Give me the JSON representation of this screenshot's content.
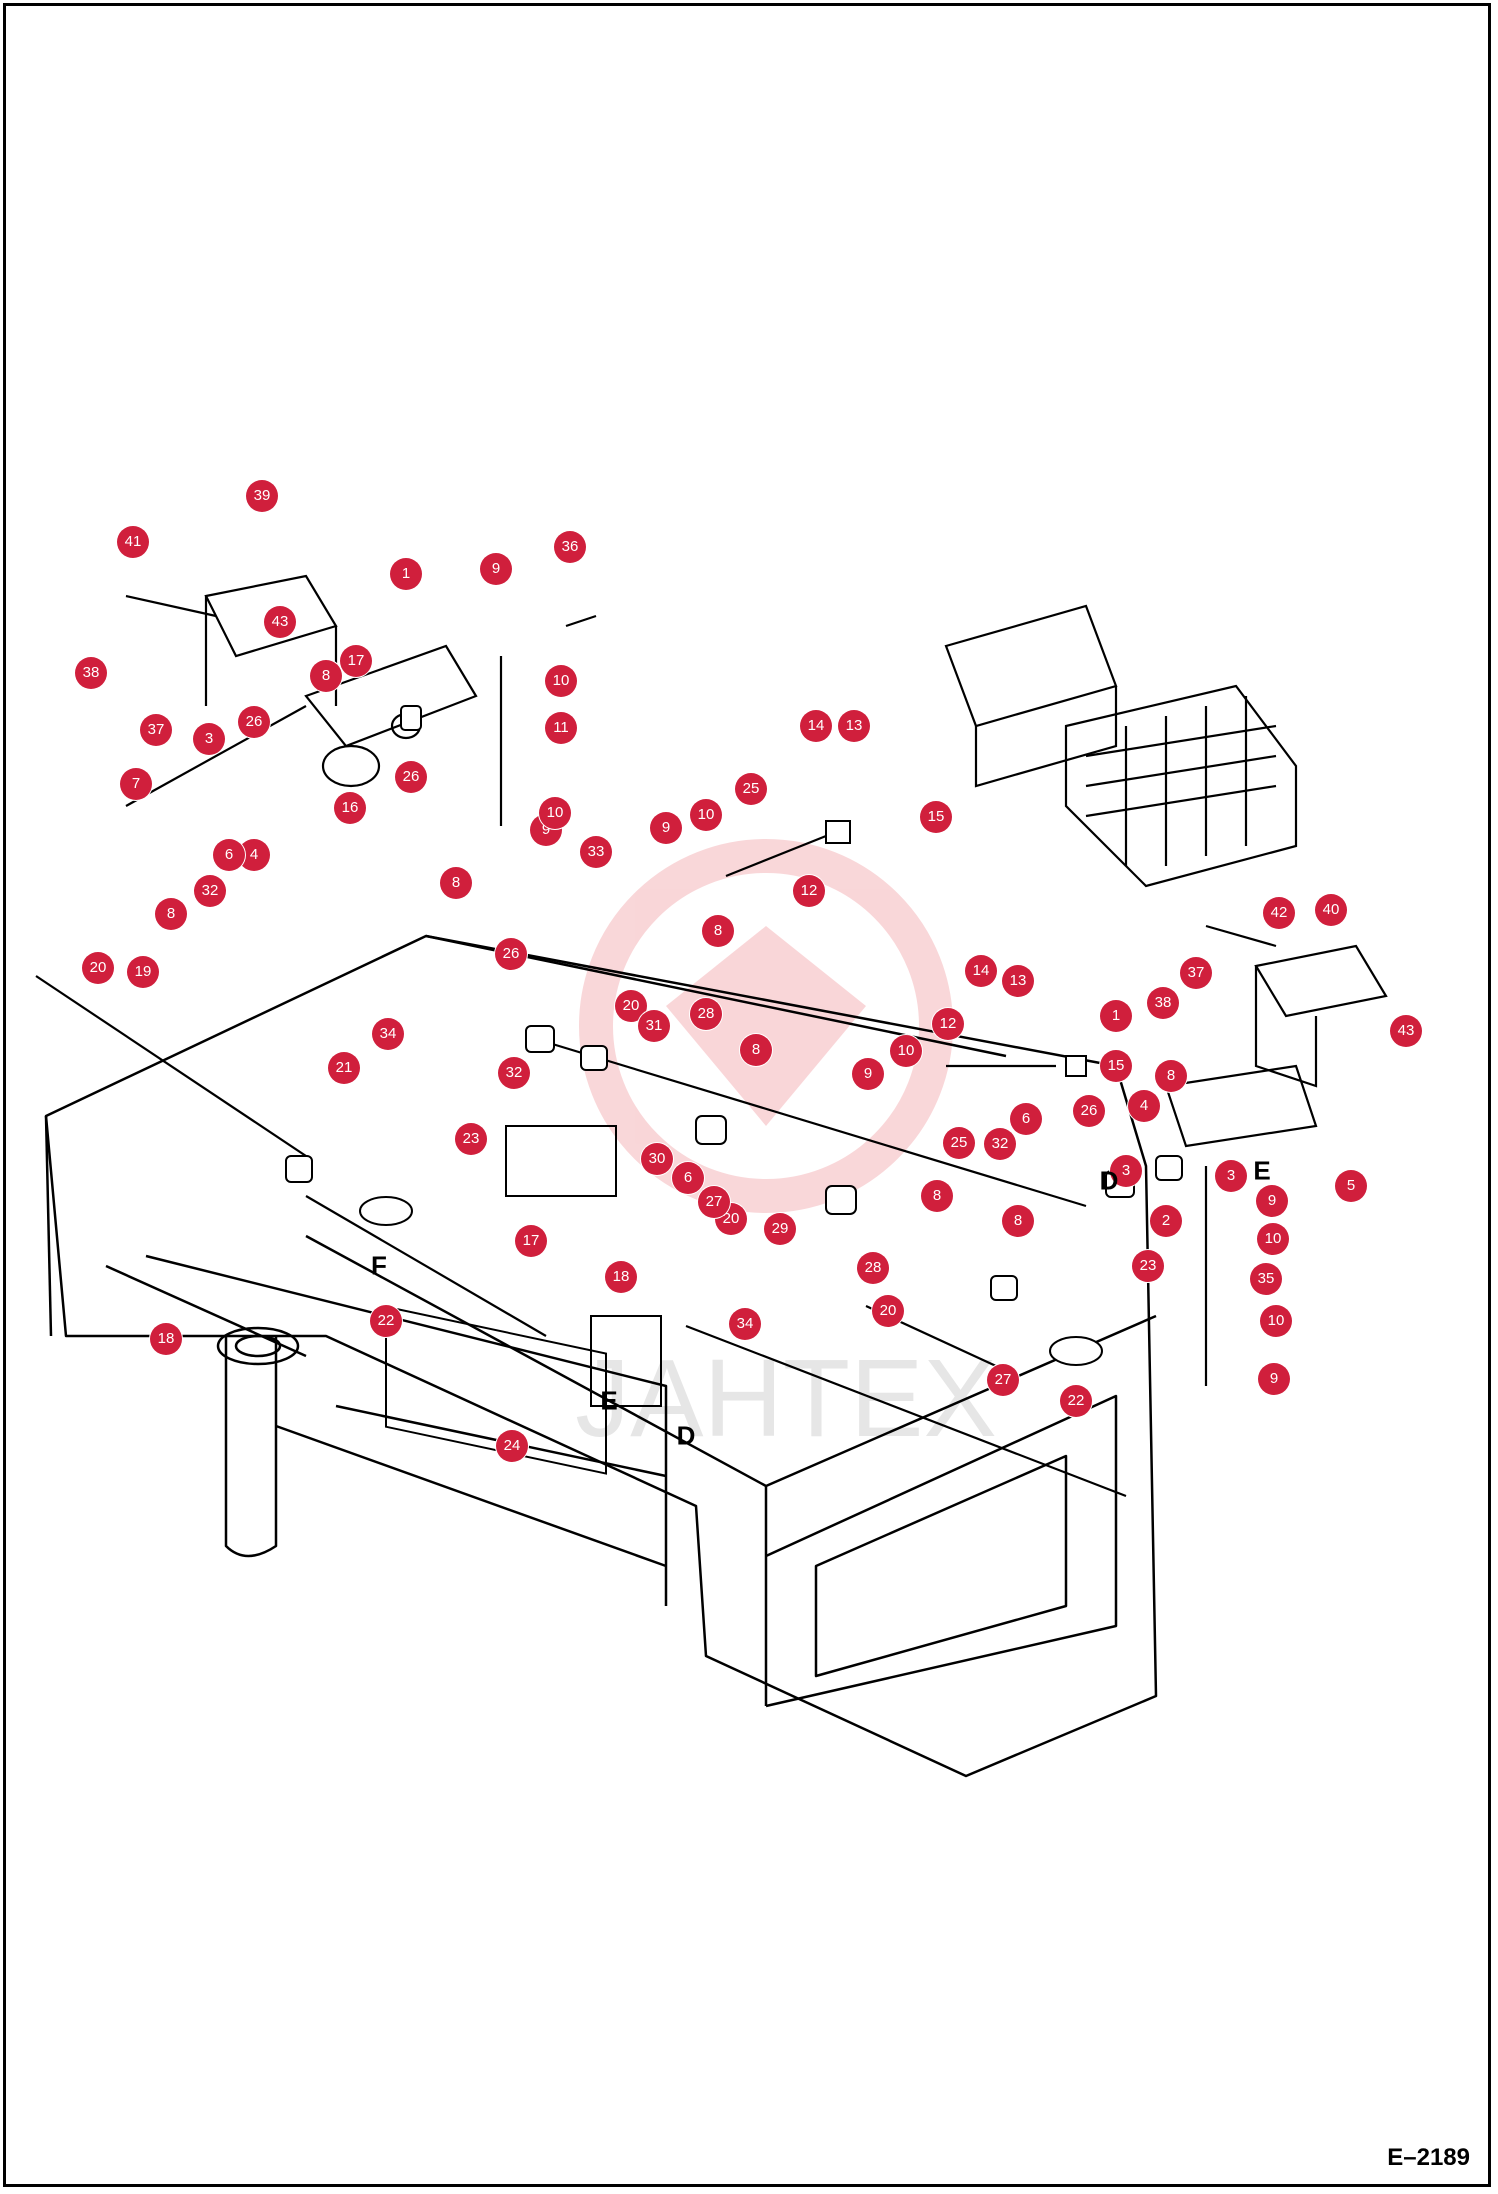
{
  "figure": {
    "code": "E–2189",
    "watermark": "JAHTEX"
  },
  "callouts": [
    "1",
    "2",
    "3",
    "4",
    "5",
    "6",
    "7",
    "8",
    "9",
    "10",
    "11",
    "12",
    "13",
    "14",
    "15",
    "16",
    "17",
    "18",
    "19",
    "20",
    "21",
    "22",
    "23",
    "24",
    "25",
    "26",
    "27",
    "28",
    "29",
    "30",
    "31",
    "32",
    "33",
    "34",
    "35",
    "36",
    "37",
    "38",
    "39",
    "40",
    "41",
    "42",
    "43"
  ],
  "view_refs": [
    "D",
    "E",
    "F"
  ]
}
